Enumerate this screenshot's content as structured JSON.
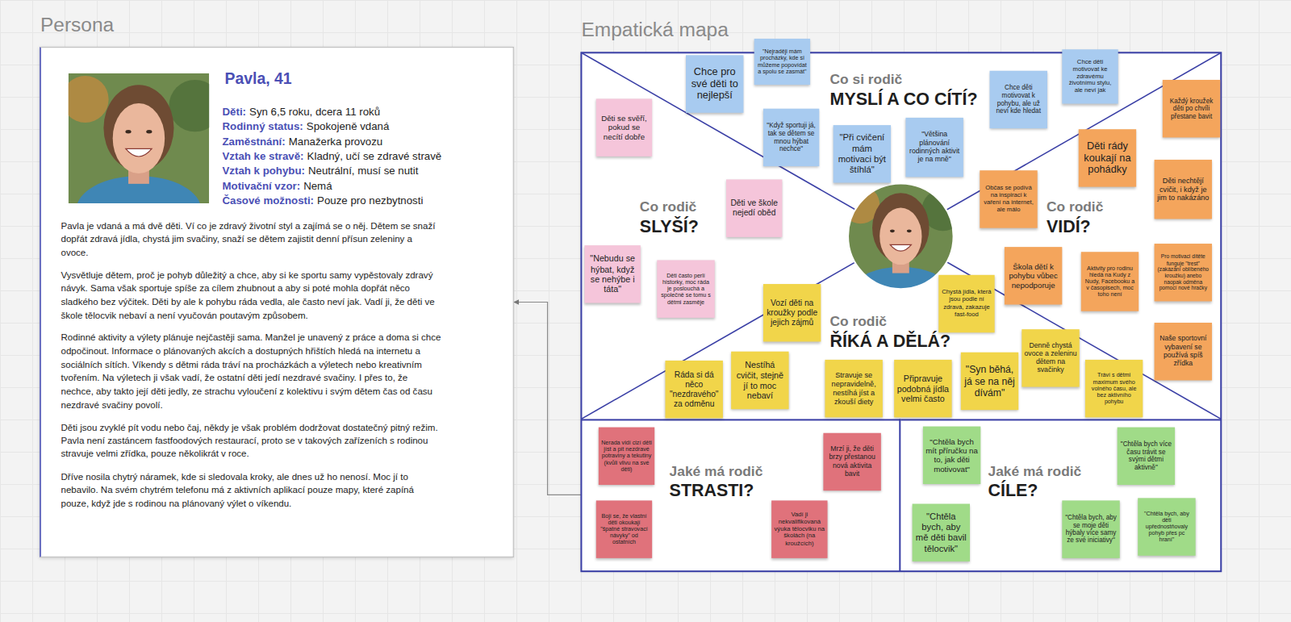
{
  "diagram": {
    "nodes": [
      {
        "text": [
          "Persona",
          "Pavla, 41",
          "Děti:",
          "Syn 6,5 roku, dcera 11 roků",
          "Rodinný status:",
          "Spokojeně vdaná",
          "Zaměstnání:",
          "Manažerka provozu",
          "Vztah ke stravě:",
          "Kladný, učí se zdravé stravě",
          "Vztah k pohybu:",
          "Neutrální, musí se nutit",
          "Motivační vzor:",
          "Nemá",
          "Časové možnosti:",
          "Pouze pro nezbytnosti",
          "Pavla je vdaná a má dvě děti. Ví co je zdravý životní styl a zajímá se o něj. Dětem se snaží dopřát zdravá jídla, chystá jim svačiny, snaží se dětem zajistit denní přísun zeleniny a ovoce.",
          "Vysvětluje dětem, proč je pohyb důležitý a chce, aby si ke sportu samy vypěstovaly zdravý návyk. Sama však sportuje spíše za cílem zhubnout a aby si poté mohla dopřát něco sladkého bez výčitek. Děti by ale k pohybu ráda vedla, ale často neví jak. Vadí ji, že děti ve škole tělocvik nebaví a není vyučován poutavým způsobem.",
          "Rodinné aktivity a výlety plánuje nejčastěji sama. Manžel je unavený z práce a doma si chce odpočinout. Informace o plánovaných akcích a dostupných hřištích hledá na internetu a sociálních sítích. Víkendy s dětmi ráda tráví na procházkách a výletech nebo kreativním tvořením. Na výletech ji však vadí, že ostatní děti jedí nezdravé svačiny. I přes to, že nechce, aby takto její děti jedly, ze strachu vyloučení z kolektivu i svým dětem čas od času nezdravé svačiny povolí.",
          "Děti jsou zvyklé pít vodu nebo čaj, někdy je však problém dodržovat dostatečný pitný režim. Pavla není zastáncem fastfoodových restaurací, proto se v takových zařízeních s rodinou stravuje velmi zřídka, pouze několikrát v roce.",
          "Dříve nosila chytrý náramek, kde si sledovala kroky, ale dnes už ho nenosí. Moc jí to nebavilo. Na svém chytrém telefonu má z aktivních aplikací pouze mapy, které zapíná pouze, když jde s rodinou na plánovaný výlet o víkendu."
        ]
      },
      {
        "text": [
          "Empatická mapa"
        ]
      },
      {
        "text": [
          "Co si rodič",
          "MYSLÍ A CO CÍTÍ?"
        ],
        "in": 1
      },
      {
        "text": [
          "Chce pro své děti to nejlepší"
        ],
        "in": 2
      },
      {
        "text": [
          "\"Nejraději mám procházky, kde si můžeme popovídat a spolu se zasmát\""
        ],
        "in": 2
      },
      {
        "text": [
          "\"Když sportuji já, tak se dětem se mnou hýbat nechce\""
        ],
        "in": 2
      },
      {
        "text": [
          "\"Při cvičení mám motivaci být štíhlá\""
        ],
        "in": 2
      },
      {
        "text": [
          "\"Většina plánování rodinných aktivit je na mně\""
        ],
        "in": 2
      },
      {
        "text": [
          "Chce děti motivovat k pohybu, ale už neví kde hledat"
        ],
        "in": 2
      },
      {
        "text": [
          "Chce děti motivovat ke zdravému životnímu stylu, ale neví jak"
        ],
        "in": 2
      },
      {
        "text": [
          "Co rodič",
          "SLYŠÍ?"
        ],
        "in": 1
      },
      {
        "text": [
          "Děti se svěří, pokud se necítí dobře"
        ],
        "in": 10
      },
      {
        "text": [
          "Děti ve škole nejedí oběd"
        ],
        "in": 10
      },
      {
        "text": [
          "\"Nebudu se hýbat, když se nehýbe i táta\""
        ],
        "in": 10
      },
      {
        "text": [
          "Děti často perlí historky, moc ráda je poslouchá a společně se tomu s dětmi zasměje"
        ],
        "in": 10
      },
      {
        "text": [
          "Co rodič",
          "VIDÍ?"
        ],
        "in": 1
      },
      {
        "text": [
          "Každý kroužek děti po chvíli přestane bavit"
        ],
        "in": 15
      },
      {
        "text": [
          "Děti rády koukají na pohádky"
        ],
        "in": 15
      },
      {
        "text": [
          "Děti nechtějí cvičit, i když je jim to nakázáno"
        ],
        "in": 15
      },
      {
        "text": [
          "Občas se podívá na inspiraci k vaření na internet, ale málo"
        ],
        "in": 15
      },
      {
        "text": [
          "Škola dětí k pohybu vůbec nepodporuje"
        ],
        "in": 15
      },
      {
        "text": [
          "Aktivity pro rodinu hledá na Kudy z Nudy, Facebooku a v časopisech, moc toho není"
        ],
        "in": 15
      },
      {
        "text": [
          "Pro motivaci dítěte funguje \"trest\" (zakázání oblíbeného kroužku) anebo naopak odměna pomocí nové hračky"
        ],
        "in": 15
      },
      {
        "text": [
          "Naše sportovní vybavení se používá spíš zřídka"
        ],
        "in": 15
      },
      {
        "text": [
          "Co rodič",
          "ŘÍKÁ A DĚLÁ?"
        ],
        "in": 1
      },
      {
        "text": [
          "Vozí děti na kroužky podle jejich zájmů"
        ],
        "in": 24
      },
      {
        "text": [
          "Chystá jídla, která jsou podle ní zdravá, zakazuje fast-food"
        ],
        "in": 24
      },
      {
        "text": [
          "Ráda si dá něco \"nezdravého\" za odměnu"
        ],
        "in": 24
      },
      {
        "text": [
          "Nestíhá cvičit, stejně jí to moc nebaví"
        ],
        "in": 24
      },
      {
        "text": [
          "Stravuje se nepravidelně, nestíhá jíst a zkouší diety"
        ],
        "in": 24
      },
      {
        "text": [
          "Připravuje podobná jídla velmi často"
        ],
        "in": 24
      },
      {
        "text": [
          "\"Syn běhá, já se na něj dívám\""
        ],
        "in": 24
      },
      {
        "text": [
          "Denně chystá ovoce a zeleninu dětem na svačinky"
        ],
        "in": 24
      },
      {
        "text": [
          "Tráví s dětmi maximum svého volného času, ale bez aktivního pohybu"
        ],
        "in": 24
      },
      {
        "text": [
          "Jaké má rodič",
          "STRASTI?"
        ],
        "in": 1
      },
      {
        "text": [
          "Nerada vidí cizí děti jíst a pít nezdravé potraviny a tekutiny (kvůli vlivu na své děti)"
        ],
        "in": 34
      },
      {
        "text": [
          "Bojí se, že vlastní děti okoukají \"špatné stravovací návyky\" od ostatních"
        ],
        "in": 34
      },
      {
        "text": [
          "Mrzí ji, že děti brzy přestanou nová aktivita bavit"
        ],
        "in": 34
      },
      {
        "text": [
          "Vadí ji nekvalifikovaná výuka tělocviku na školách (na kroužcích)"
        ],
        "in": 34
      },
      {
        "text": [
          "Jaké má rodič",
          "CÍLE?"
        ],
        "in": 1
      },
      {
        "text": [
          "\"Chtěla bych mít příručku na to, jak děti motivovat\""
        ],
        "in": 39
      },
      {
        "text": [
          "\"Chtěla bych více času trávit se svými dětmi aktivně\""
        ],
        "in": 39
      },
      {
        "text": [
          "\"Chtěla bych, aby mě děti bavil tělocvik\""
        ],
        "in": 39
      },
      {
        "text": [
          "\"Chtěla bych, aby se moje děti hýbaly více samy ze své iniciativy\""
        ],
        "in": 39
      },
      {
        "text": [
          "\"Chtěla bych, aby děti upřednostňovaly pohyb přes pc hraní\""
        ],
        "in": 39
      }
    ],
    "edges": [
      {
        "from": 1,
        "to": 0,
        "arrow": "to"
      }
    ]
  }
}
